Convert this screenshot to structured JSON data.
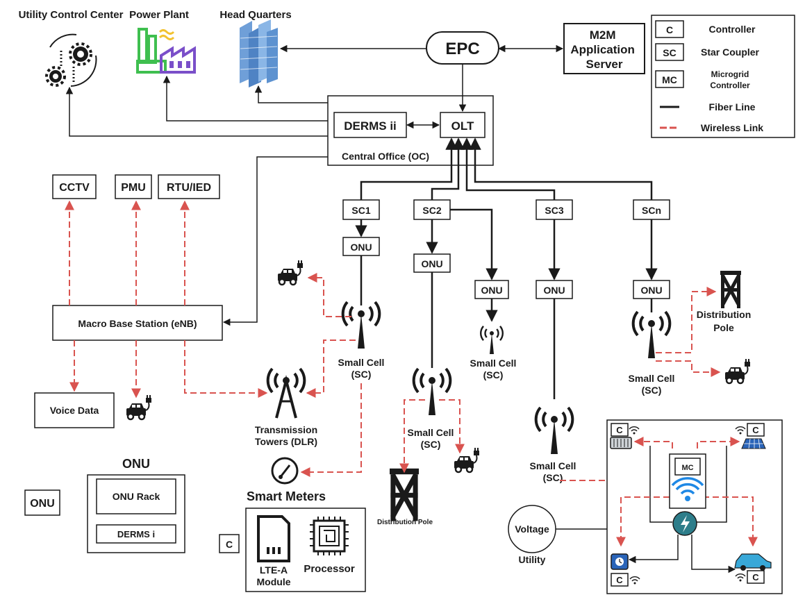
{
  "colors": {
    "fiber": "#1a1a1a",
    "wireless": "#d9534f",
    "plant_green": "#3fbf4f",
    "plant_purple": "#7a4fc9",
    "plant_yellow": "#f2c230",
    "building_blue": "#6f9fd8",
    "hub_teal": "#2d7d8a",
    "wifi_blue": "#1e88e5",
    "car_blue": "#38a8d8"
  },
  "top": {
    "utility_control_center": "Utility Control Center",
    "power_plant": "Power Plant",
    "head_quarters": "Head Quarters",
    "epc": "EPC",
    "m2m_server": [
      "M2M",
      "Application",
      "Server"
    ]
  },
  "legend": [
    {
      "key": "C",
      "desc": "Controller"
    },
    {
      "key": "SC",
      "desc": "Star Coupler"
    },
    {
      "key": "MC",
      "desc": "Microgrid Controller"
    },
    {
      "symbol": "fiber",
      "desc": "Fiber Line"
    },
    {
      "symbol": "wireless",
      "desc": "Wireless Link"
    }
  ],
  "central_office": {
    "title": "Central Office (OC)",
    "derms": "DERMS ii",
    "olt": "OLT"
  },
  "left_devices": {
    "cctv": "CCTV",
    "pmu": "PMU",
    "rtu": "RTU/IED",
    "macro": "Macro Base Station (eNB)",
    "voice": "Voice Data"
  },
  "couplers": [
    "SC1",
    "SC2",
    "SC3",
    "SCn"
  ],
  "onu": "ONU",
  "small_cell": [
    "Small Cell",
    "(SC)"
  ],
  "transmission": [
    "Transmission",
    "Towers (DLR)"
  ],
  "distribution_pole": [
    "Distribution",
    "Pole"
  ],
  "distribution_pole_small": "Distribution Pole",
  "smart_meters": "Smart Meters",
  "onu_detail": {
    "title": "ONU",
    "rack": "ONU Rack",
    "derms": "DERMS i",
    "label": "ONU"
  },
  "controller_detail": {
    "label": "C",
    "lte": [
      "LTE-A",
      "Module"
    ],
    "processor": "Processor"
  },
  "microgrid": {
    "mc": "MC",
    "c": "C"
  },
  "voltage": {
    "label": "Voltage",
    "utility": "Utility"
  }
}
